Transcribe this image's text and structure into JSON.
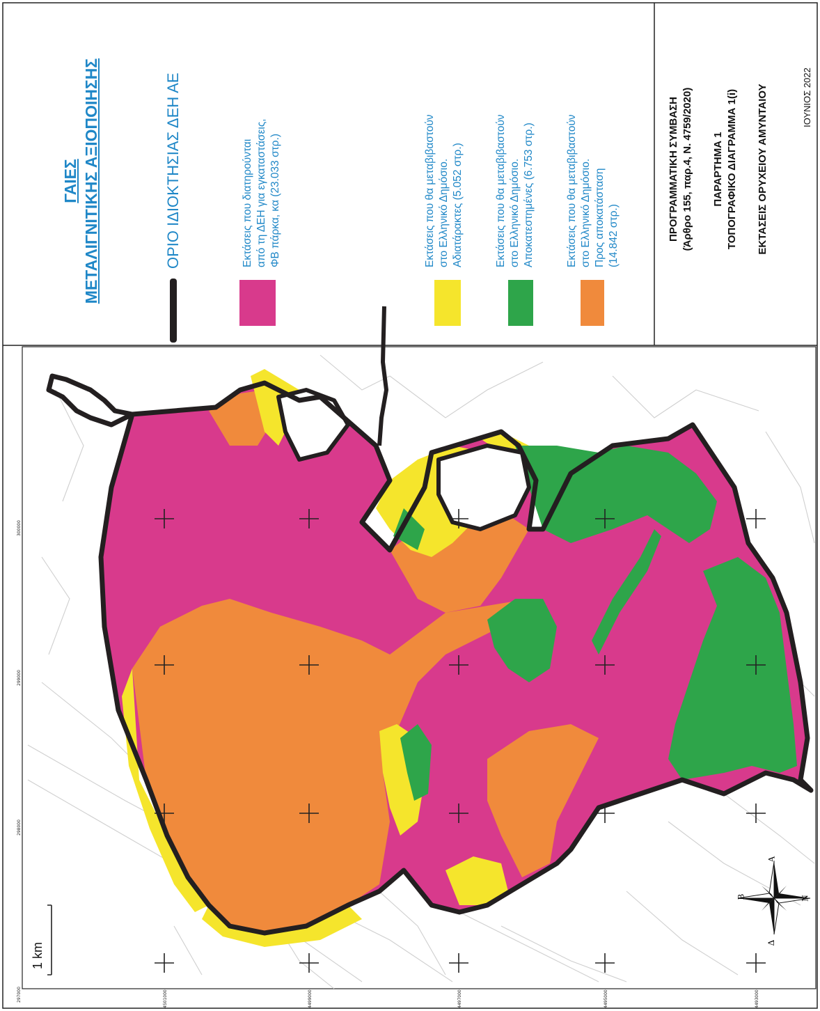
{
  "legend": {
    "title_line1": "ΓΑΙΕΣ",
    "title_line2": "ΜΕΤΑΛΙΓΝΙΤΙΚΗΣ ΑΞΙΟΠΟΙΗΣΗΣ",
    "boundary_label": "ΟΡΙΟ ΙΔΙΟΚΤΗΣΙΑΣ ΔΕΗ ΑΕ",
    "boundary_color": "#231f20",
    "items": [
      {
        "color": "#d83a8c",
        "line1": "Εκτάσεις που διατηρούνται",
        "line2": "από τη ΔΕΗ για εγκαταστάσεις,",
        "line3": "ΦΒ πάρκα, κα (23.033 στρ.)",
        "line4": ""
      },
      {
        "color": "#f5e52c",
        "line1": "Εκτάσεις που θα μεταβιβαστούν",
        "line2": "στο Ελληνικό Δημόσιο.",
        "line3": "Αδιατάρακτες (5.052 στρ.)",
        "line4": ""
      },
      {
        "color": "#2ea54a",
        "line1": "Εκτάσεις που θα μεταβιβαστούν",
        "line2": "στο Ελληνικό Δημόσιο.",
        "line3": "Αποκατεστημένες (6.753 στρ.)",
        "line4": ""
      },
      {
        "color": "#f08a3c",
        "line1": "Εκτάσεις που θα μεταβιβαστούν",
        "line2": "στο Ελληνικό Δημόσιο.",
        "line3": "Προς αποκατάσταση",
        "line4": "(14.842 στρ.)"
      }
    ]
  },
  "title_block": {
    "line1": "ΠΡΟΓΡΑΜΜΑΤΙΚΗ ΣΥΜΒΑΣΗ",
    "line2": "(Άρθρο 155, παρ.4, Ν. 4759/2020)",
    "line3": "ΠΑΡΑΡΤΗΜΑ 1",
    "line4": "ΤΟΠΟΓΡΑΦΙΚΟ ΔΙΑΓΡΑΜΜΑ 1(i)",
    "line5": "ΕΚΤΑΣΕΙΣ ΟΡΥΧΕΙΟΥ ΑΜΥΝΤΑΙΟΥ",
    "date": "ΙΟΥΝΙΟΣ 2022"
  },
  "map": {
    "scale_label": "1 km",
    "compass": {
      "north": "Β",
      "east": "Α",
      "west": "Δ",
      "south": "Ν"
    },
    "grid_easting": [
      "297000",
      "298000",
      "299000",
      "300000"
    ],
    "grid_northing": [
      "4501000",
      "4499000",
      "4497000",
      "4495000",
      "4493000"
    ],
    "colors": {
      "pink": "#d83a8c",
      "orange": "#f08a3c",
      "yellow": "#f5e52c",
      "green": "#2ea54a",
      "boundary": "#231f20"
    }
  }
}
